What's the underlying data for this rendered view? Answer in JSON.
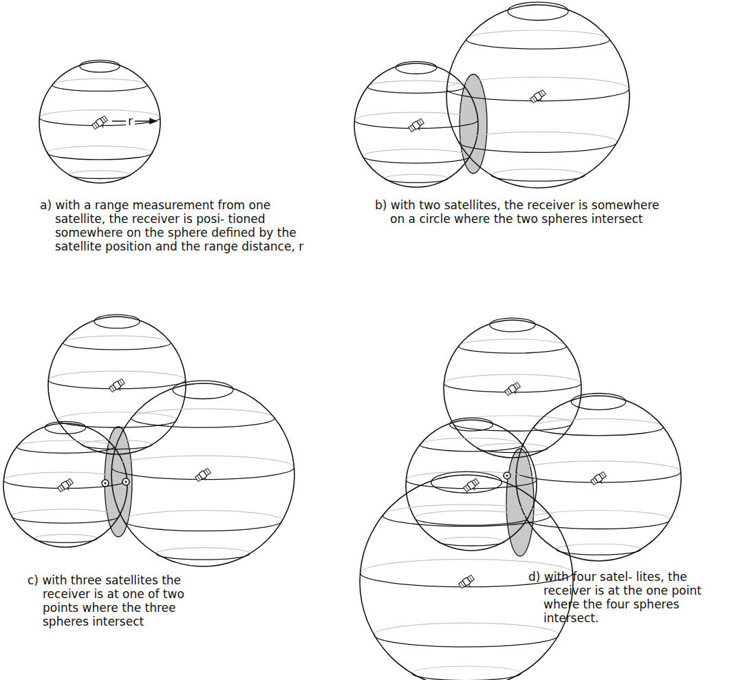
{
  "diagram": {
    "labels": [
      "r",
      "a) with a range measurement from one satellite, the receiver is posi- tioned somewhere on the sphere defined by the satellite position and the range distance, r",
      "b) with two satellites, the receiver is somewhere on a circle where the two spheres intersect",
      "c) with three satellites the receiver is at one of two points where the three spheres intersect",
      "d) with four satel- lites, the receiver is at the one point where the four spheres intersect."
    ]
  }
}
